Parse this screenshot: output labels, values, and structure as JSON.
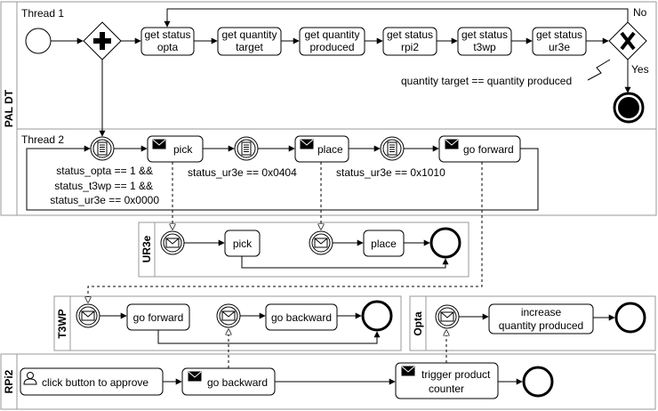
{
  "pools": {
    "pal_dt": {
      "label": "PAL DT",
      "thread1": "Thread 1",
      "thread2": "Thread 2"
    },
    "ur3e": {
      "label": "UR3e"
    },
    "t3wp": {
      "label": "T3WP"
    },
    "opta": {
      "label": "Opta"
    },
    "rpi2": {
      "label": "RPi2"
    }
  },
  "thread1": {
    "tasks": [
      {
        "line1": "get status",
        "line2": "opta"
      },
      {
        "line1": "get quantity",
        "line2": "target"
      },
      {
        "line1": "get quantity",
        "line2": "produced"
      },
      {
        "line1": "get status",
        "line2": "rpi2"
      },
      {
        "line1": "get status",
        "line2": "t3wp"
      },
      {
        "line1": "get status",
        "line2": "ur3e"
      }
    ],
    "gateway_no": "No",
    "gateway_yes": "Yes",
    "condition": "quantity target == quantity produced"
  },
  "thread2": {
    "pick": "pick",
    "place": "place",
    "go_forward": "go forward",
    "cond1_line1": "status_opta == 1 &&",
    "cond1_line2": "status_t3wp == 1 &&",
    "cond1_line3": "status_ur3e == 0x0000",
    "cond2": "status_ur3e == 0x0404",
    "cond3": "status_ur3e == 0x1010"
  },
  "ur3e": {
    "pick": "pick",
    "place": "place"
  },
  "t3wp": {
    "go_forward": "go forward",
    "go_backward": "go backward"
  },
  "opta": {
    "line1": "increase",
    "line2": "quantity produced"
  },
  "rpi2": {
    "approve": "click button to approve",
    "go_backward": "go backward",
    "trigger_line1": "trigger product",
    "trigger_line2": "counter"
  }
}
